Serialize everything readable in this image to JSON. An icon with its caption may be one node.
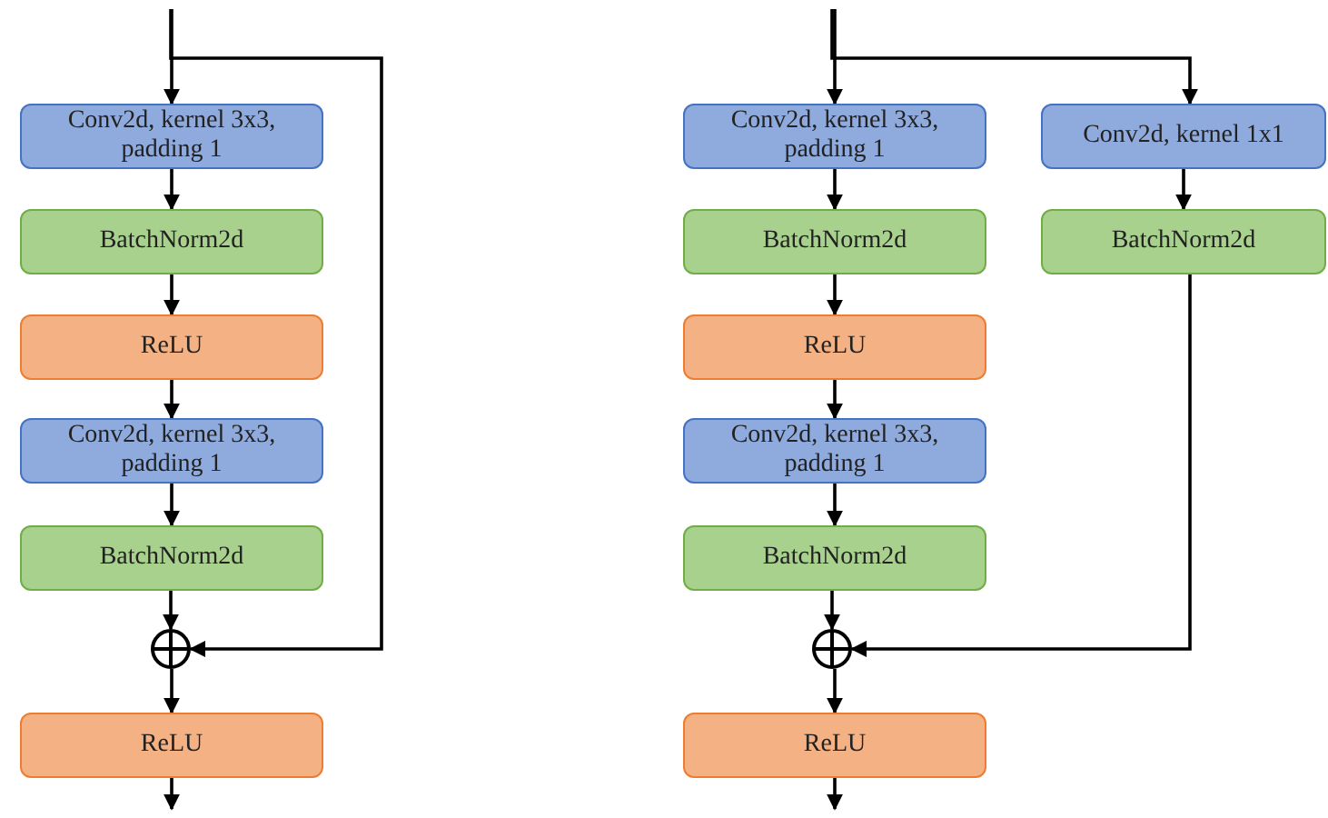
{
  "diagram": {
    "nodes": [
      {
        "text": [
          "Conv2d, kernel 3x3, padding 1"
        ]
      },
      {
        "text": [
          "BatchNorm2d"
        ]
      },
      {
        "text": [
          "ReLU"
        ]
      },
      {
        "text": [
          "Conv2d, kernel 3x3, padding 1"
        ]
      },
      {
        "text": [
          "BatchNorm2d"
        ]
      },
      {
        "text": [],
        "shape": "circle"
      },
      {
        "text": [
          "ReLU"
        ]
      },
      {
        "text": [
          "Conv2d, kernel 3x3, padding 1"
        ]
      },
      {
        "text": [
          "BatchNorm2d"
        ]
      },
      {
        "text": [
          "ReLU"
        ]
      },
      {
        "text": [
          "Conv2d, kernel 3x3, padding 1"
        ]
      },
      {
        "text": [
          "BatchNorm2d"
        ]
      },
      {
        "text": [],
        "shape": "circle"
      },
      {
        "text": [
          "ReLU"
        ]
      },
      {
        "text": [
          "Conv2d, kernel 1x1"
        ]
      },
      {
        "text": [
          "BatchNorm2d"
        ]
      }
    ],
    "edges": [
      {
        "from": null,
        "to": 0,
        "arrow": "to"
      },
      {
        "from": 0,
        "to": 1,
        "arrow": "to"
      },
      {
        "from": 1,
        "to": 2,
        "arrow": "to"
      },
      {
        "from": 2,
        "to": 3,
        "arrow": "to"
      },
      {
        "from": 3,
        "to": 4,
        "arrow": "to"
      },
      {
        "from": 4,
        "to": 5,
        "arrow": "to"
      },
      {
        "from": null,
        "to": 5,
        "arrow": "to"
      },
      {
        "from": 5,
        "to": 6,
        "arrow": "to"
      },
      {
        "from": 6,
        "to": null,
        "arrow": "to"
      },
      {
        "from": null,
        "to": 7,
        "arrow": "to"
      },
      {
        "from": null,
        "to": 14,
        "arrow": "to"
      },
      {
        "from": 7,
        "to": 8,
        "arrow": "to"
      },
      {
        "from": 8,
        "to": 9,
        "arrow": "to"
      },
      {
        "from": 9,
        "to": 10,
        "arrow": "to"
      },
      {
        "from": 10,
        "to": 11,
        "arrow": "to"
      },
      {
        "from": 11,
        "to": 12,
        "arrow": "to"
      },
      {
        "from": 15,
        "to": 12,
        "arrow": "to"
      },
      {
        "from": 12,
        "to": 13,
        "arrow": "to"
      },
      {
        "from": 13,
        "to": null,
        "arrow": "to"
      },
      {
        "from": 14,
        "to": 15,
        "arrow": "to"
      }
    ]
  }
}
